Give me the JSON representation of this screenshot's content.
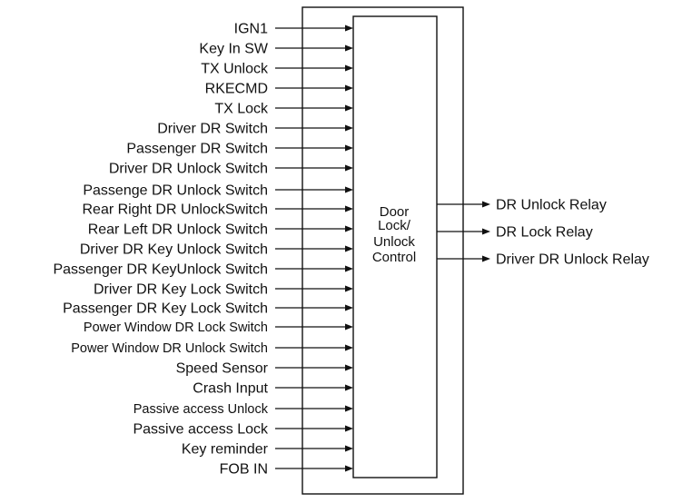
{
  "inputs": [
    "IGN1",
    "Key In SW",
    "TX Unlock",
    "RKECMD",
    "TX Lock",
    "Driver DR Switch",
    "Passenger DR Switch",
    "Driver DR Unlock Switch",
    "Passenge DR Unlock Switch",
    "Rear Right DR UnlockSwitch",
    "Rear Left DR Unlock Switch",
    "Driver DR Key Unlock Switch",
    "Passenger DR KeyUnlock Switch",
    "Driver DR Key Lock Switch",
    "Passenger DR Key Lock Switch",
    "Power Window DR Lock Switch",
    "Power Window DR Unlock Switch",
    "Speed Sensor",
    "Crash Input",
    "Passive access Unlock",
    "Passive access Lock",
    "Key reminder",
    "FOB IN"
  ],
  "control": {
    "lines": [
      "Door",
      "Lock/",
      "Unlock",
      "Control"
    ]
  },
  "outputs": [
    "DR Unlock Relay",
    "DR Lock Relay",
    "Driver DR Unlock Relay"
  ],
  "colors": {
    "line": "#111111",
    "text": "#111111",
    "background": "#ffffff"
  }
}
